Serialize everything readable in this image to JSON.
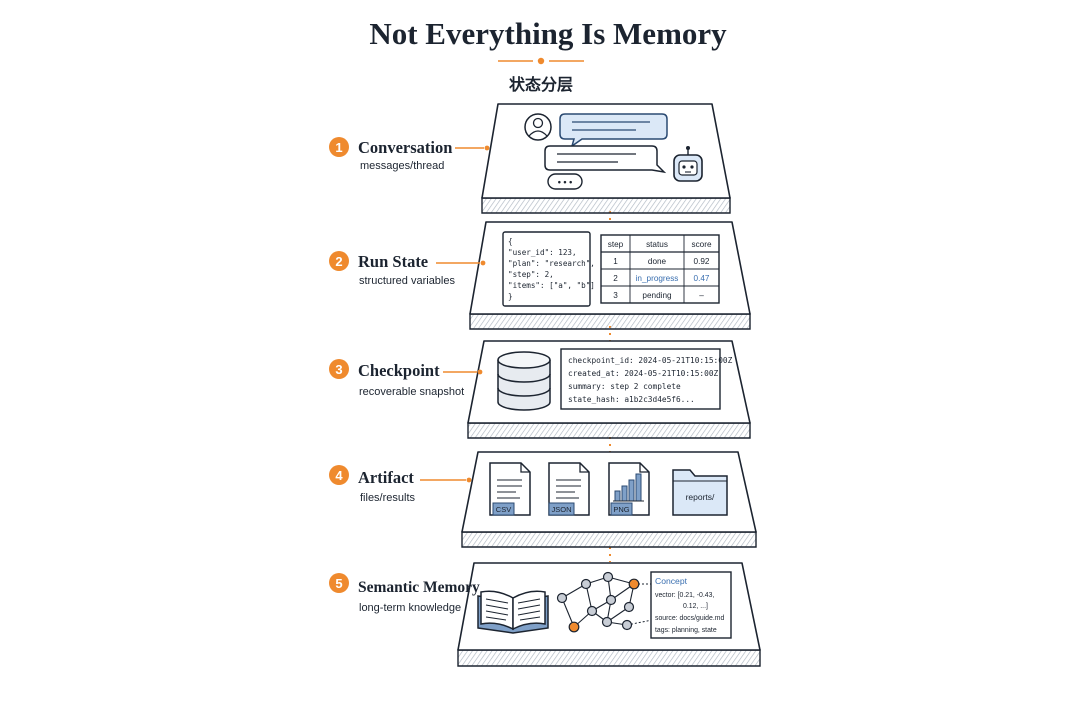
{
  "title": "Not Everything Is Memory",
  "subtitle": "状态分层",
  "colors": {
    "accent": "#ef8a2e",
    "ink": "#1c2430",
    "bubble_fill": "#dbe8f7",
    "bubble_stroke": "#2b4a72",
    "badge_fill": "#7fa0c8",
    "link_blue": "#3a6fb0"
  },
  "layers": [
    {
      "number": "1",
      "name": "Conversation",
      "description": "messages/thread",
      "content": {
        "user_icon": "user-avatar-icon",
        "bot_icon": "robot-icon",
        "typing_dots": "• • •"
      }
    },
    {
      "number": "2",
      "name": "Run State",
      "description": "structured variables",
      "content": {
        "json_lines": [
          "{",
          "  \"user_id\": 123,",
          "  \"plan\": \"research\",",
          "  \"step\": 2,",
          "  \"items\": [\"a\", \"b\"]",
          "}"
        ],
        "table": {
          "headers": [
            "step",
            "status",
            "score"
          ],
          "rows": [
            [
              "1",
              "done",
              "0.92"
            ],
            [
              "2",
              "in_progress",
              "0.47"
            ],
            [
              "3",
              "pending",
              "–"
            ]
          ]
        }
      }
    },
    {
      "number": "3",
      "name": "Checkpoint",
      "description": "recoverable snapshot",
      "content": {
        "icon": "database-icon",
        "lines": [
          "checkpoint_id: 2024-05-21T10:15:00Z",
          "created_at: 2024-05-21T10:15:00Z",
          "summary: step 2 complete",
          "state_hash: a1b2c3d4e5f6..."
        ]
      }
    },
    {
      "number": "4",
      "name": "Artifact",
      "description": "files/results",
      "content": {
        "files": [
          {
            "badge": "CSV",
            "icon": "document-icon"
          },
          {
            "badge": "JSON",
            "icon": "document-icon"
          },
          {
            "badge": "PNG",
            "icon": "bar-chart-image-icon"
          }
        ],
        "folder": "reports/"
      }
    },
    {
      "number": "5",
      "name": "Semantic Memory",
      "description": "long-term knowledge",
      "content": {
        "book_icon": "open-book-icon",
        "graph_icon": "knowledge-graph-icon",
        "card_title": "Concept",
        "card_lines": [
          "vector: [0.21, -0.43,",
          "0.12, ...]",
          "source: docs/guide.md",
          "tags: planning, state"
        ]
      }
    }
  ]
}
